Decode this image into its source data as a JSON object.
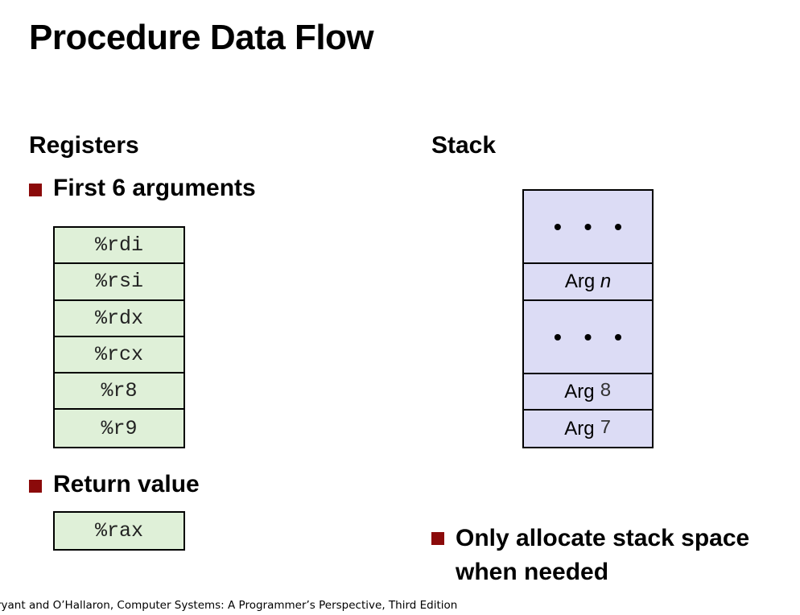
{
  "title": "Procedure Data Flow",
  "registers": {
    "heading": "Registers",
    "args_bullet": "First 6 arguments",
    "arg_registers": [
      "%rdi",
      "%rsi",
      "%rdx",
      "%rcx",
      "%r8",
      "%r9"
    ],
    "return_bullet": "Return value",
    "return_register": "%rax"
  },
  "stack": {
    "heading": "Stack",
    "cells": [
      {
        "kind": "dots",
        "text": "• • •"
      },
      {
        "kind": "arg",
        "prefix": "Arg ",
        "suffix": "n"
      },
      {
        "kind": "dots",
        "text": "• • •"
      },
      {
        "kind": "arg",
        "prefix": "Arg ",
        "suffix": "8"
      },
      {
        "kind": "arg",
        "prefix": "Arg ",
        "suffix": "7"
      }
    ],
    "note_line1": "Only allocate stack space",
    "note_line2": "when needed"
  },
  "footer": "ryant and O’Hallaron, Computer Systems: A Programmer’s Perspective, Third Edition",
  "colors": {
    "bullet": "#8b0a0a",
    "register_fill": "#dff0d8",
    "stack_fill": "#dcdcf5"
  }
}
